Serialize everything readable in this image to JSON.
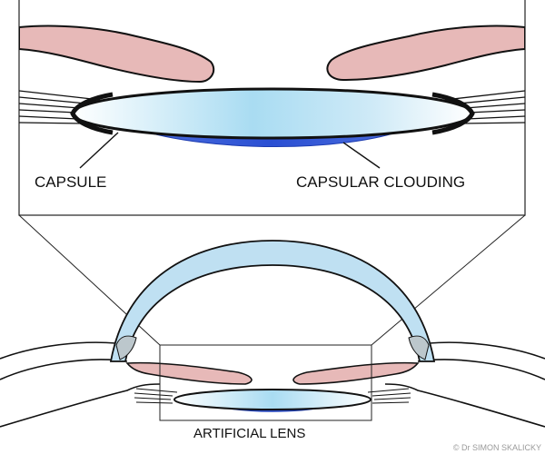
{
  "labels": {
    "capsule": "CAPSULE",
    "capsular_clouding": "CAPSULAR CLOUDING",
    "artificial_lens": "ARTIFICIAL LENS",
    "credit": "© Dr SIMON SKALICKY"
  },
  "colors": {
    "iris": "#e7b9b8",
    "cornea": "#bfe0f2",
    "lens_light": "#eaf6fc",
    "lens_mid": "#a9dcf2",
    "clouding": "#2e55d6",
    "outline": "#111111",
    "limbus": "#bcc7cc"
  }
}
